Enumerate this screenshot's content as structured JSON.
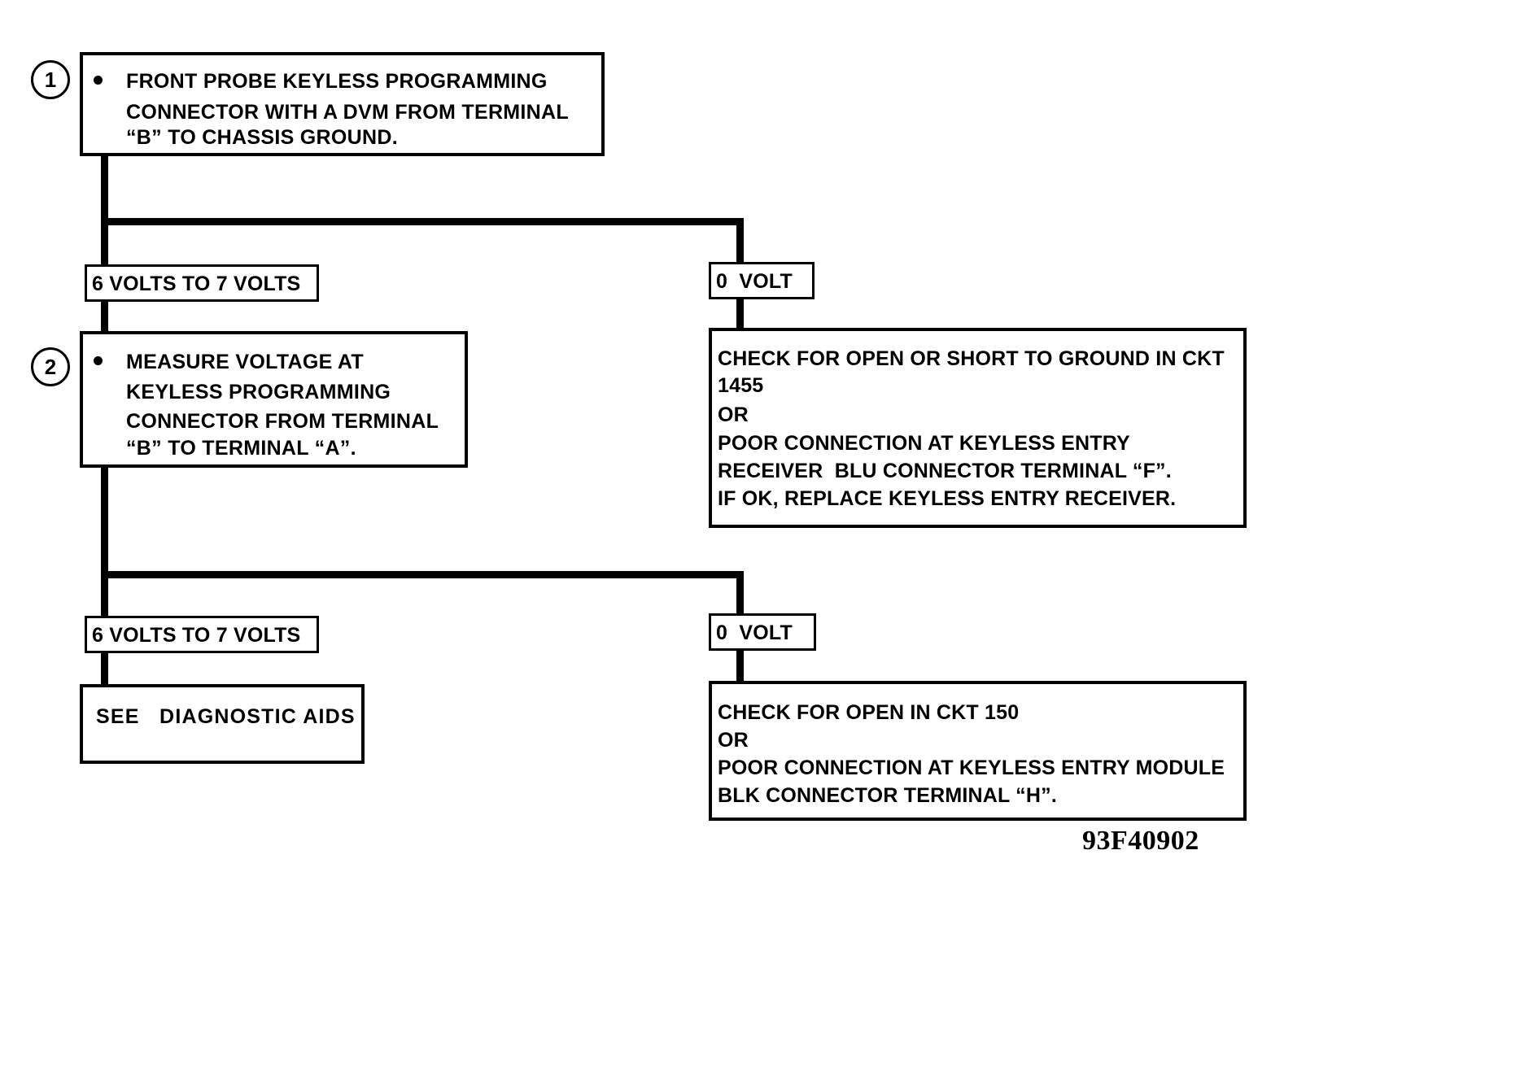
{
  "figure": {
    "id_label": "93F40902"
  },
  "steps": [
    {
      "number": "1",
      "lines": [
        "FRONT PROBE KEYLESS PROGRAMMING",
        "CONNECTOR WITH A DVM FROM TERMINAL",
        "“B” TO CHASSIS GROUND."
      ]
    },
    {
      "number": "2",
      "lines": [
        "MEASURE VOLTAGE AT",
        "KEYLESS PROGRAMMING",
        "CONNECTOR FROM TERMINAL",
        "“B” TO TERMINAL “A”."
      ]
    }
  ],
  "branch_labels": {
    "pass_1": "6 VOLTS TO 7 VOLTS",
    "fail_1": "0  VOLT",
    "pass_2": "6 VOLTS TO 7 VOLTS",
    "fail_2": "0  VOLT"
  },
  "actions": {
    "fail_1_lines": [
      "CHECK FOR OPEN OR SHORT TO GROUND IN CKT",
      "1455",
      "OR",
      "POOR CONNECTION AT KEYLESS ENTRY",
      "RECEIVER  BLU CONNECTOR TERMINAL “F”.",
      "IF OK, REPLACE KEYLESS ENTRY RECEIVER."
    ],
    "fail_2_lines": [
      "CHECK FOR OPEN IN CKT 150",
      "OR",
      "POOR CONNECTION AT KEYLESS ENTRY MODULE",
      "BLK CONNECTOR TERMINAL “H”."
    ],
    "pass_2_label": "SEE   DIAGNOSTIC AIDS"
  }
}
